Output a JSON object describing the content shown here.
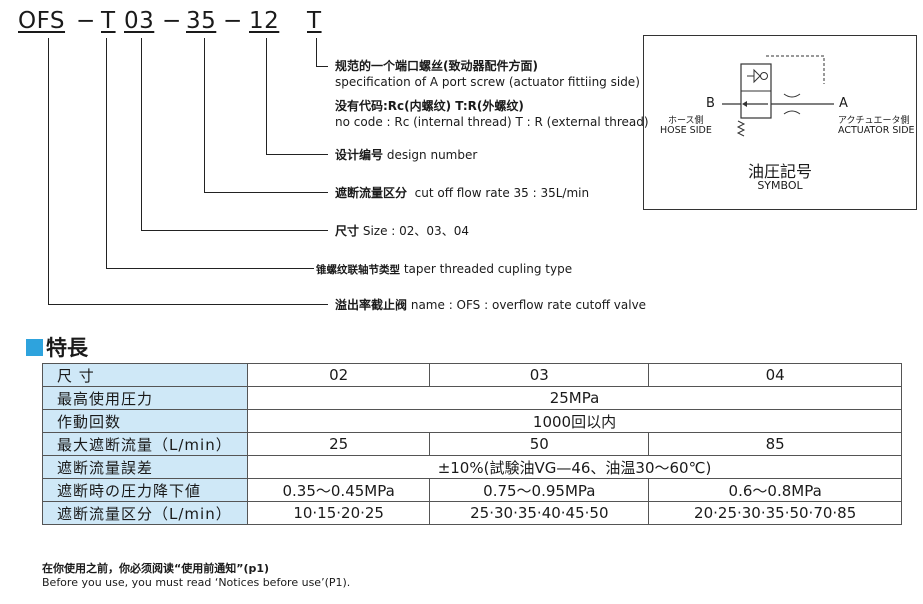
{
  "model_code": {
    "ofs": "OFS",
    "dash1": "−",
    "t": "T",
    "size": "03",
    "dash2": "−",
    "flow": "35",
    "dash3": "−",
    "design": "12",
    "thread": "T"
  },
  "callouts": {
    "port_cn": "规范的一个端口螺丝(致动器配件方面)",
    "port_en": "specification of A port screw (actuator fittiing side)",
    "nocode_cn": "没有代码:Rc(内螺纹) T:R(外螺纹)",
    "nocode_en": "no code : Rc (internal thread) T : R (external thread)",
    "design_cn": "设计编号",
    "design_en": "design number",
    "flow_cn": "遮断流量区分",
    "flow_en": "cut off flow rate  35 : 35L/min",
    "size_cn": "尺寸",
    "size_en": "Size : 02、03、04",
    "taper_cn": "锥螺纹联轴节类型",
    "taper_en": "taper threaded cupling type",
    "name_cn": "溢出率截止阀",
    "name_en": "name : OFS : overflow rate cutoff valve"
  },
  "symbol": {
    "b_label": "B",
    "hose_jp": "ホース側",
    "hose_en": "HOSE SIDE",
    "a_label": "A",
    "actuator_jp": "アクチュエータ側",
    "actuator_en": "ACTUATOR SIDE",
    "title_jp": "油圧記号",
    "title_en": "SYMBOL"
  },
  "heading": "特長",
  "table": {
    "rows": [
      {
        "label": "尺  寸",
        "cells": [
          "02",
          "03",
          "04"
        ]
      },
      {
        "label": "最高使用圧力",
        "merged": "25MPa"
      },
      {
        "label": "作動回数",
        "merged": "1000回以内"
      },
      {
        "label": "最大遮断流量（L/min）",
        "cells": [
          "25",
          "50",
          "85"
        ]
      },
      {
        "label": "遮断流量誤差",
        "merged": "±10%(試験油VG—46、油温30～60℃)"
      },
      {
        "label": "遮断時の圧力降下値",
        "cells": [
          "0.35～0.45MPa",
          "0.75～0.95MPa",
          "0.6～0.8MPa"
        ]
      },
      {
        "label": "遮断流量区分（L/min）",
        "cells": [
          "10·15·20·25",
          "25·30·35·40·45·50",
          "20·25·30·35·50·70·85"
        ]
      }
    ]
  },
  "note": {
    "cn": "在你使用之前，你必须阅读“使用前通知”(p1)",
    "en": "Before you use, you must read ‘Notices before use’(P1)."
  },
  "colors": {
    "accent": "#2ea3dd",
    "header_cell": "#cfe8f7"
  }
}
